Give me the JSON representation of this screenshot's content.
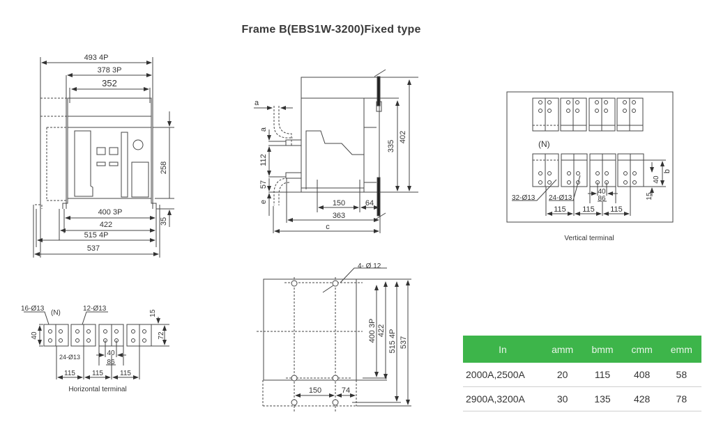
{
  "title": "Frame B(EBS1W-3200)Fixed type",
  "front_view": {
    "dims": {
      "w_4p": "493  4P",
      "w_3p": "378  3P",
      "w_inner": "352",
      "h_258": "258",
      "h_35": "35",
      "mount_3p": "400  3P",
      "mount_422": "422",
      "mount_4p": "515  4P",
      "total": "537"
    }
  },
  "side_view": {
    "dims": {
      "a_top": "a",
      "a_side": "a",
      "d112": "112",
      "d57": "57",
      "e": "e",
      "d150": "150",
      "d64": "64",
      "d363": "363",
      "c": "c",
      "d335": "335",
      "d402": "402"
    }
  },
  "vertical_terminal": {
    "caption": "Vertical terminal",
    "neutral_label": "(N)",
    "holes_a": "32-Ø13",
    "holes_b": "24-Ø13",
    "pitch": [
      "115",
      "115",
      "115"
    ],
    "d40": "40",
    "d86": "86",
    "d40v": "40",
    "d15": "15",
    "b": "b"
  },
  "horizontal_terminal": {
    "caption": "Horizontal terminal",
    "neutral_label": "(N)",
    "holes_a": "16-Ø13",
    "holes_b": "12-Ø13",
    "holes_c": "24-Ø13",
    "d40": "40",
    "d40h": "40",
    "d86": "86",
    "d15": "15",
    "d72": "72",
    "pitch": [
      "115",
      "115",
      "115"
    ]
  },
  "mounting_view": {
    "holes": "4- Ø 12",
    "d400": "400  3P",
    "d422": "422",
    "d515": "515  4P",
    "d537": "537",
    "d150": "150",
    "d74": "74"
  },
  "spec_table": {
    "header_color": "#3db54a",
    "columns": [
      "In",
      "amm",
      "bmm",
      "cmm",
      "emm"
    ],
    "rows": [
      [
        "2000A,2500A",
        "20",
        "115",
        "408",
        "58"
      ],
      [
        "2900A,3200A",
        "30",
        "135",
        "428",
        "78"
      ]
    ]
  }
}
